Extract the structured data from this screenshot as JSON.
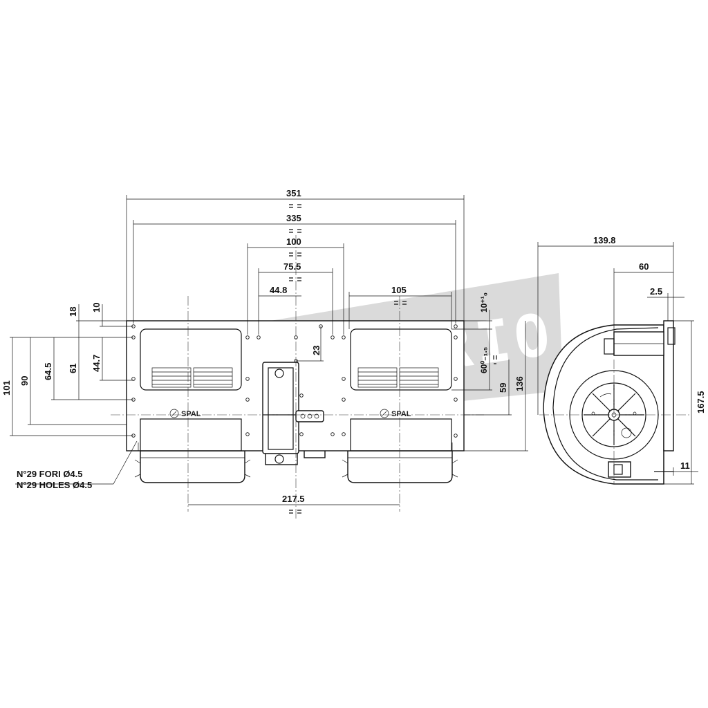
{
  "product": {
    "brand_logo_text": "SPAL"
  },
  "watermark": {
    "text": "TECNOFRIO"
  },
  "dimensions": {
    "overall_width": "351",
    "hole_span": "335",
    "center_100": "100",
    "center_75_5": "75.5",
    "center_44_8": "44.8",
    "outlet_width": "105",
    "fan_spacing": "217.5",
    "height_101": "101",
    "height_90": "90",
    "height_64_5": "64.5",
    "height_61": "61",
    "height_44_7": "44.7",
    "offset_18": "18",
    "offset_10": "10",
    "offset_23": "23",
    "tol_10": "10⁺¹₀",
    "tol_60": "60⁰₋₁.₅",
    "side_59": "59",
    "side_136": "136",
    "depth_139_8": "139.8",
    "depth_60": "60",
    "flange_2_5": "2.5",
    "height_167_5": "167.5",
    "foot_11": "11"
  },
  "notes": {
    "holes_it": "N°29 FORI Ø4.5",
    "holes_en": "N°29 HOLES Ø4.5"
  }
}
